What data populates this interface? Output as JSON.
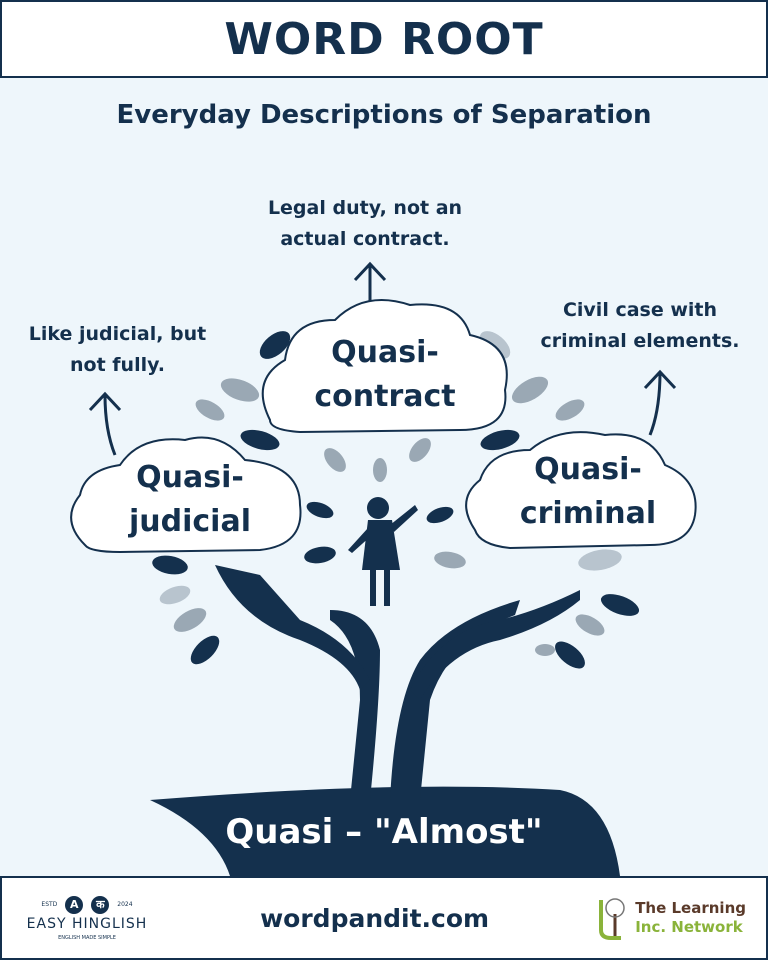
{
  "header": {
    "title": "WORD ROOT"
  },
  "subtitle": "Everyday Descriptions of Separation",
  "branches": [
    {
      "term_line1": "Quasi-",
      "term_line2": "judicial",
      "meaning_line1": "Like judicial, but",
      "meaning_line2": "not fully."
    },
    {
      "term_line1": "Quasi-",
      "term_line2": "contract",
      "meaning_line1": "Legal duty, not an",
      "meaning_line2": "actual contract."
    },
    {
      "term_line1": "Quasi-",
      "term_line2": "criminal",
      "meaning_line1": "Civil case with",
      "meaning_line2": "criminal elements."
    }
  ],
  "root": "Quasi – \"Almost\"",
  "footer": {
    "easy_hinglish": {
      "estd": "ESTD",
      "year": "2024",
      "name": "EASY HINGLISH",
      "tagline": "ENGLISH MADE SIMPLE",
      "glyph_a": "A",
      "glyph_k": "क"
    },
    "site": "wordpandit.com",
    "network_line1": "The Learning",
    "network_line2": "Inc. Network"
  },
  "colors": {
    "navy": "#14304d",
    "background": "#eef6fb",
    "leaf_light": "#9aa8b4"
  }
}
